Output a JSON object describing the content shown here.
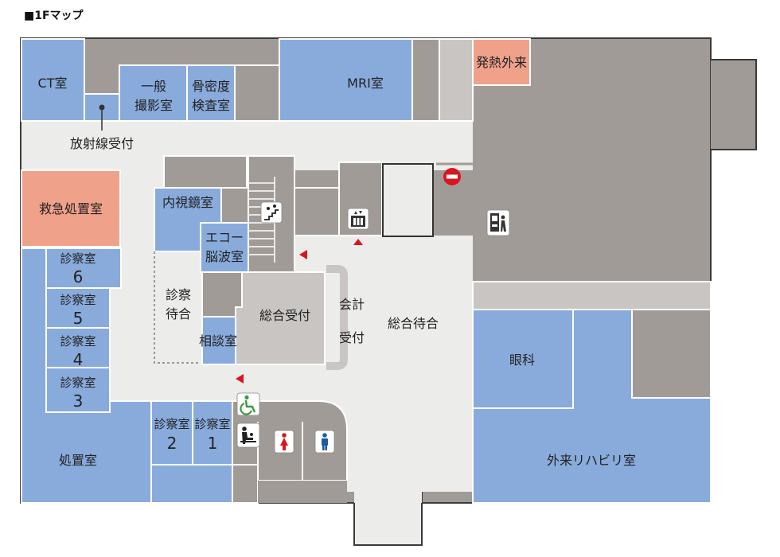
{
  "page": {
    "title": "■1Fマップ"
  },
  "rooms": {
    "ct": "CT室",
    "general_xray": [
      "一般",
      "撮影室"
    ],
    "bone_density": [
      "骨密度",
      "検査室"
    ],
    "mri": "MRI室",
    "fever": "発熱外来",
    "radiology_reception": "放射線受付",
    "emergency": "救急処置室",
    "endoscopy": "内視鏡室",
    "echo": [
      "エコー",
      "脳波室"
    ],
    "exam_waiting": [
      "診察",
      "待合"
    ],
    "consult": "相談室",
    "main_reception": "総合受付",
    "cashier": [
      "会計",
      "受付"
    ],
    "main_waiting": "総合待合",
    "exam_label": "診察室",
    "exam_numbers": [
      "6",
      "5",
      "4",
      "3",
      "2",
      "1"
    ],
    "treatment": "処置室",
    "ophthalmology": "眼科",
    "rehab": "外来リハビリ室"
  },
  "icons": [
    "stairs-icon",
    "elevator-icon",
    "vending-machine-icon",
    "no-entry-icon",
    "accessible-toilet-icon",
    "baby-changing-icon",
    "womens-toilet-icon",
    "mens-toilet-icon"
  ],
  "colors": {
    "room_blue": "#89abdc",
    "service_gray": "#a19b97",
    "light_gray": "#c8c5c3",
    "corridor": "#ececeb",
    "fever_salmon": "#f0a18a",
    "arrow_red": "#d7171f",
    "accessible_green": "#3c9a3c",
    "women_red": "#d7171f",
    "men_blue": "#1c5aa6"
  }
}
